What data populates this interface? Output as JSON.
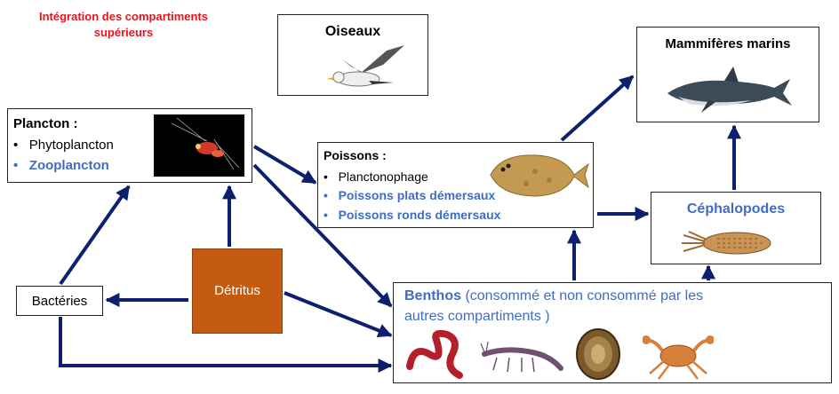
{
  "header": {
    "line1": "Intégration des compartiments",
    "line2": "supérieurs"
  },
  "oiseaux": {
    "title": "Oiseaux"
  },
  "mammiferes": {
    "title": "Mammifères marins"
  },
  "plancton": {
    "title": "Plancton :",
    "items": [
      "Phytoplancton",
      "Zooplancton"
    ]
  },
  "poissons": {
    "title": "Poissons :",
    "items": [
      "Planctonophage",
      "Poissons plats démersaux",
      "Poissons ronds démersaux"
    ]
  },
  "cephalopodes": {
    "title": "Céphalopodes"
  },
  "bacteries": {
    "label": "Bactéries"
  },
  "detritus": {
    "label": "Détritus"
  },
  "benthos": {
    "title": "Benthos",
    "desc1": " (consommé et non consommé par les",
    "desc2": "autres compartiments )"
  },
  "colors": {
    "arrow": "#0e1f6e",
    "blue_text": "#3f6cc4",
    "red_title": "#e8141c",
    "detritus_fill": "#c55a11"
  },
  "bullet": "•"
}
